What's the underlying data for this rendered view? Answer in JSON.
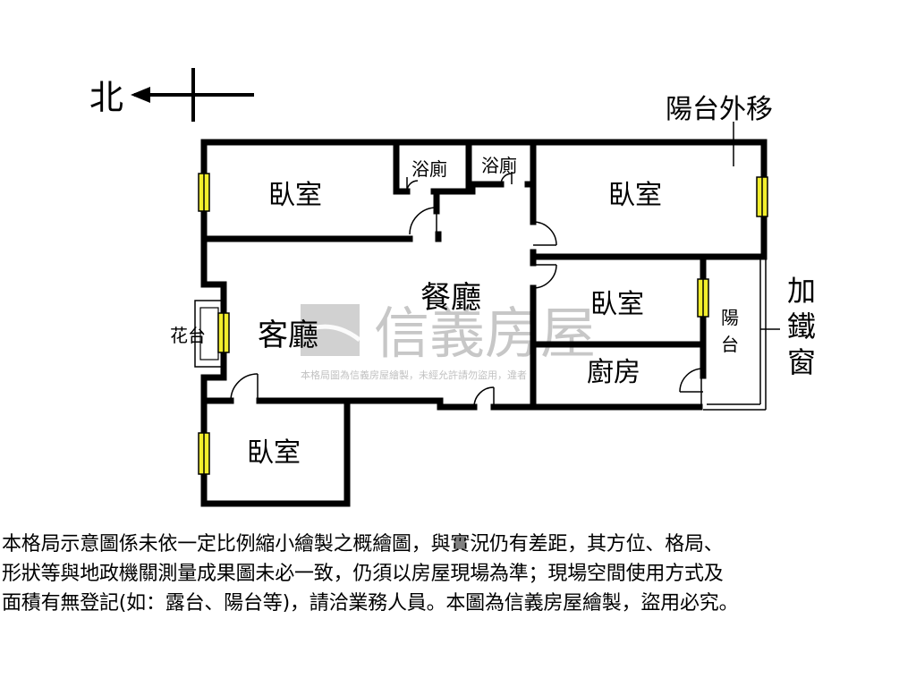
{
  "compass": {
    "label": "北",
    "icon": "north-arrow-icon"
  },
  "balcony_moved_out": "陽台外移",
  "iron_window": [
    "加",
    "鐵",
    "窗"
  ],
  "planter": "花台",
  "rooms": {
    "bedroom_nw": "臥室",
    "bath_1": "浴廁",
    "bath_2": "浴廁",
    "bedroom_ne": "臥室",
    "dining": "餐廳",
    "living": "客廳",
    "bedroom_mid": "臥室",
    "kitchen": "廚房",
    "balcony": [
      "陽",
      "台"
    ],
    "bedroom_sw": "臥室"
  },
  "watermark": {
    "brand": "信義房屋",
    "notice": "本格局圖為信義房屋繪製，未經允許請勿盜用，違者"
  },
  "colors": {
    "wall": "#000000",
    "window": "#f2ee2c",
    "watermark": "#9a9a9a"
  },
  "disclaimer": [
    "本格局示意圖係未依一定比例縮小繪製之概繪圖，與實況仍有差距，其方位、格局、",
    "形狀等與地政機關測量成果圖未必一致，仍須以房屋現場為準；現場空間使用方式及",
    "面積有無登記(如：露台、陽台等)，請洽業務人員。本圖為信義房屋繪製，盜用必究。"
  ]
}
